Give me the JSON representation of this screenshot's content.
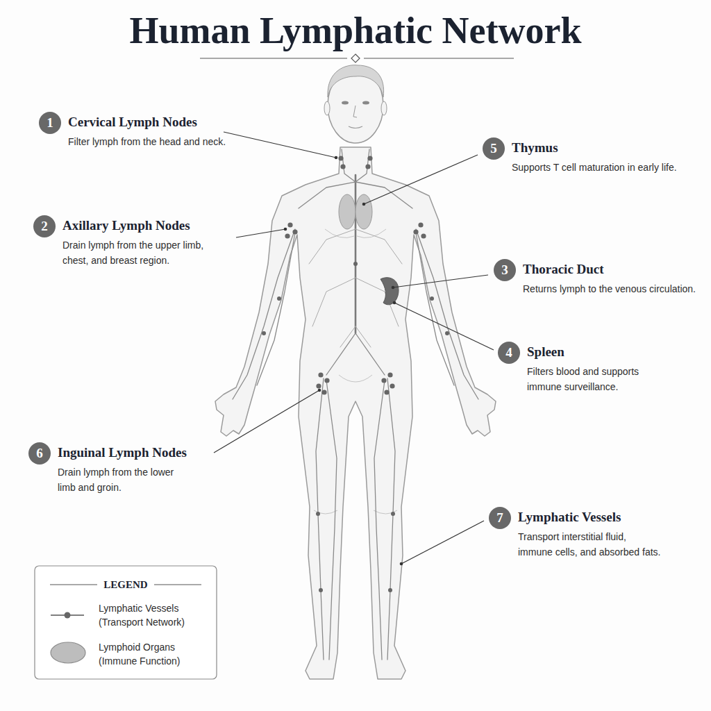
{
  "diagram": {
    "title": "Human Lymphatic Network",
    "nodes": [
      {
        "text": [
          "1",
          "Cervical Lymph Nodes",
          "Filter lymph from the head and neck."
        ]
      },
      {
        "text": [
          "5",
          "Thymus",
          "Supports T cell maturation in early life."
        ]
      },
      {
        "text": [
          "2",
          "Axillary Lymph Nodes",
          "Drain lymph from the upper limb, chest, and breast region."
        ]
      },
      {
        "text": [
          "3",
          "Thoracic Duct",
          "Returns lymph to the venous circulation."
        ]
      },
      {
        "text": [
          "4",
          "Spleen",
          "Filters blood and supports immune surveillance."
        ]
      },
      {
        "text": [
          "6",
          "Inguinal Lymph Nodes",
          "Drain lymph from the lower limb and groin."
        ]
      },
      {
        "text": [
          "7",
          "Lymphatic Vessels",
          "Transport interstitial fluid, immune cells, and absorbed fats."
        ]
      }
    ],
    "labels": [
      "LEGEND"
    ],
    "legend": [
      {
        "text": "Lymphatic Vessels (Transport Network)"
      },
      {
        "text": "Lymphoid Organs (Immune Function)"
      }
    ]
  }
}
